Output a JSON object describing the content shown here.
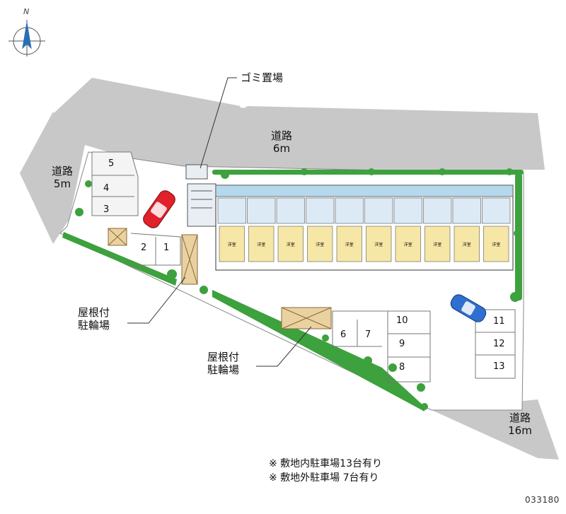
{
  "compass": {
    "label": "N"
  },
  "roads": [
    {
      "name": "道路",
      "width": "5m"
    },
    {
      "name": "道路",
      "width": "6m"
    },
    {
      "name": "道路",
      "width": "16m"
    }
  ],
  "callouts": {
    "garbage": "ゴミ置場",
    "bike_roof_1": [
      "屋根付",
      "駐輪場"
    ],
    "bike_roof_2": [
      "屋根付",
      "駐輪場"
    ]
  },
  "parking_spaces": [
    "1",
    "2",
    "3",
    "4",
    "5",
    "6",
    "7",
    "8",
    "9",
    "10",
    "11",
    "12",
    "13"
  ],
  "unit_tag": "洋室",
  "notes": [
    "※ 敷地内駐車場13台有り",
    "※ 敷地外駐車場 7台有り"
  ],
  "map_code": "033180",
  "colors": {
    "road": "#c8c8c8",
    "hedge": "#3da13d",
    "building": "#ffffff",
    "room": "#f6e7a6",
    "balcony": "#b6d8ec",
    "car_red": "#e0202a",
    "car_blue": "#2e6fd0"
  }
}
